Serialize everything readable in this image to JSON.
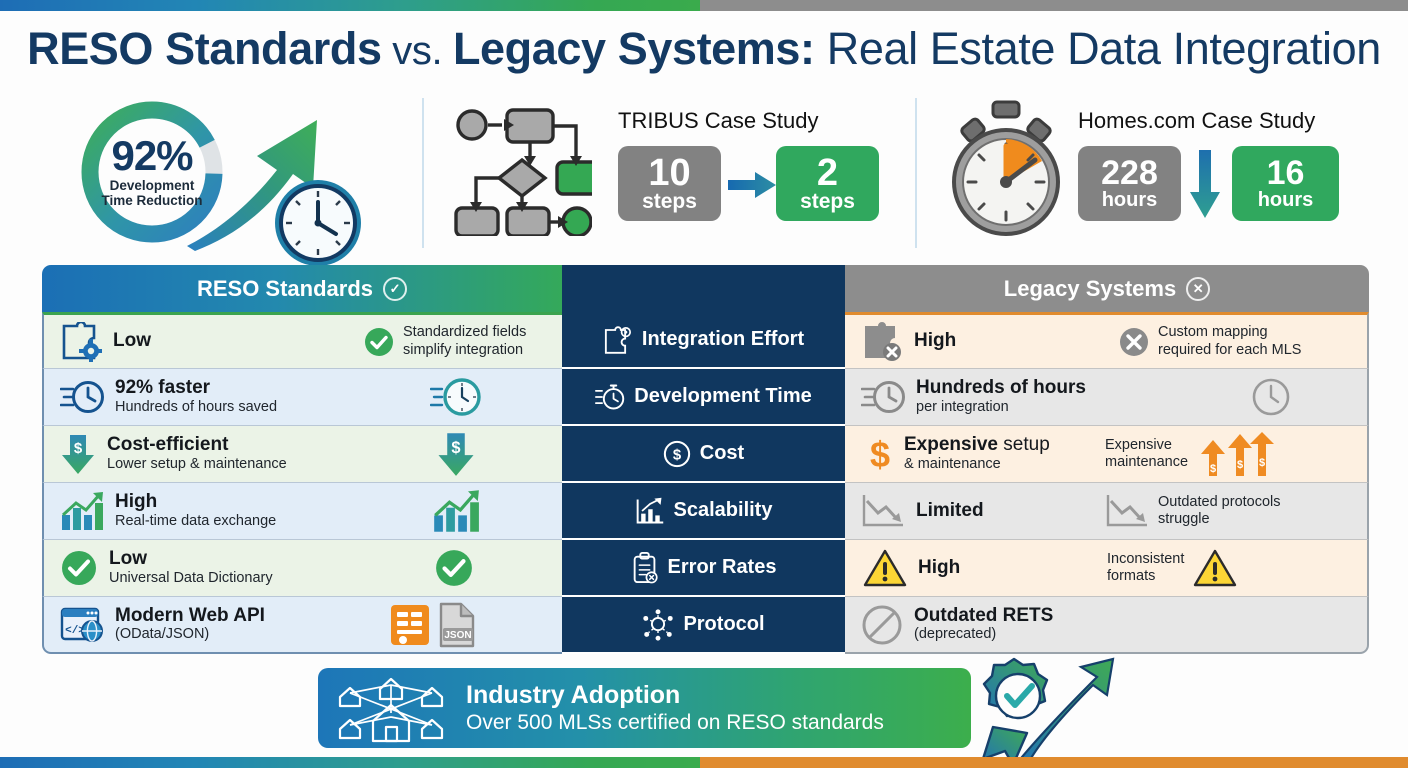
{
  "theme": {
    "navy": "#143a63",
    "dark_panel": "#10375f",
    "green": "#30a85e",
    "gray": "#828282",
    "orange": "#e08b2e",
    "reso_row_green": "#ebf3e7",
    "reso_row_blue": "#e2edf8",
    "legacy_row_peach": "#fdf0e1",
    "legacy_row_gray": "#e7e7e7"
  },
  "title": {
    "part1": "RESO Standards",
    "vs": " vs. ",
    "part2": "Legacy Systems:",
    "part3": " Real Estate Data Integration"
  },
  "stats": {
    "donut": {
      "percent": "92%",
      "label_line1": "Development",
      "label_line2": "Time Reduction",
      "value": 92,
      "icons": [
        "upward-arrow-icon",
        "clock-icon"
      ]
    },
    "tribus": {
      "title": "TRIBUS Case Study",
      "before_value": "10",
      "before_unit": "steps",
      "after_value": "2",
      "after_unit": "steps",
      "icons": [
        "flowchart-icon",
        "right-arrow-icon"
      ]
    },
    "homes": {
      "title": "Homes.com Case Study",
      "before_value": "228",
      "before_unit": "hours",
      "after_value": "16",
      "after_unit": "hours",
      "icons": [
        "stopwatch-icon",
        "down-arrow-icon"
      ]
    }
  },
  "table": {
    "header": {
      "left": "RESO Standards",
      "left_mark": "✓",
      "right": "Legacy Systems",
      "right_mark": "✕"
    },
    "rows": [
      {
        "criterion": "Integration Effort",
        "criterion_icon": "puzzle-gear-icon",
        "reso": {
          "icon": "puzzle-gear-icon",
          "main": "Low",
          "sub": "",
          "detail_icon": "green-check-icon",
          "detail_line1": "Standardized fields",
          "detail_line2": "simplify integration"
        },
        "legacy": {
          "icon": "puzzle-x-icon",
          "main": "High",
          "sub": "",
          "detail_icon": "gray-x-icon",
          "detail_line1": "Custom mapping",
          "detail_line2": "required for each MLS"
        }
      },
      {
        "criterion": "Development Time",
        "criterion_icon": "stopwatch-icon",
        "reso": {
          "icon": "fast-clock-blue-icon",
          "main": "92% faster",
          "sub": "Hundreds of hours saved",
          "detail_icon": "fast-clock-teal-icon",
          "detail_line1": "",
          "detail_line2": ""
        },
        "legacy": {
          "icon": "slow-clock-gray-icon",
          "main": "Hundreds of hours",
          "sub": "per integration",
          "detail_icon": "clock-outline-gray-icon",
          "detail_line1": "",
          "detail_line2": ""
        }
      },
      {
        "criterion": "Cost",
        "criterion_icon": "dollar-circle-icon",
        "reso": {
          "icon": "down-arrow-dollar-icon",
          "main": "Cost-efficient",
          "sub": "Lower setup & maintenance",
          "detail_icon": "down-arrow-dollar-icon",
          "detail_line1": "",
          "detail_line2": ""
        },
        "legacy": {
          "icon": "dollar-sign-orange-icon",
          "main_bold": "Expensive",
          "main_light": " setup",
          "sub": "& maintenance",
          "detail_icon": "rising-dollar-arrows-icon",
          "detail_line1": "Expensive",
          "detail_line2": "maintenance"
        }
      },
      {
        "criterion": "Scalability",
        "criterion_icon": "bar-chart-up-icon",
        "reso": {
          "icon": "bar-chart-up-icon",
          "main": "High",
          "sub": "Real-time data exchange",
          "detail_icon": "bar-chart-up-icon",
          "detail_line1": "",
          "detail_line2": ""
        },
        "legacy": {
          "icon": "chart-down-gray-icon",
          "main": "Limited",
          "sub": "",
          "detail_icon": "chart-down-gray-icon",
          "detail_line1": "Outdated protocols",
          "detail_line2": "struggle"
        }
      },
      {
        "criterion": "Error Rates",
        "criterion_icon": "clipboard-x-icon",
        "reso": {
          "icon": "green-check-icon",
          "main": "Low",
          "sub": "Universal Data Dictionary",
          "detail_icon": "green-check-icon",
          "detail_line1": "",
          "detail_line2": ""
        },
        "legacy": {
          "icon": "warning-triangle-icon",
          "main": "High",
          "sub": "",
          "detail_icon": "warning-triangle-icon",
          "detail_line1": "Inconsistent",
          "detail_line2": "formats"
        }
      },
      {
        "criterion": "Protocol",
        "criterion_icon": "network-nodes-icon",
        "reso": {
          "icon": "browser-code-globe-icon",
          "main": "Modern Web API",
          "sub": "(OData/JSON)",
          "detail_icon": "json-file-icon",
          "detail_line1": "",
          "detail_line2": ""
        },
        "legacy": {
          "icon": "prohibited-icon",
          "main": "Outdated RETS",
          "sub": "(deprecated)",
          "detail_icon": "",
          "detail_line1": "",
          "detail_line2": ""
        }
      }
    ]
  },
  "banner": {
    "title": "Industry Adoption",
    "subtitle": "Over 500 MLSs certified on RESO standards",
    "icons": [
      "house-network-icon",
      "certified-badge-arrow-icon"
    ]
  }
}
